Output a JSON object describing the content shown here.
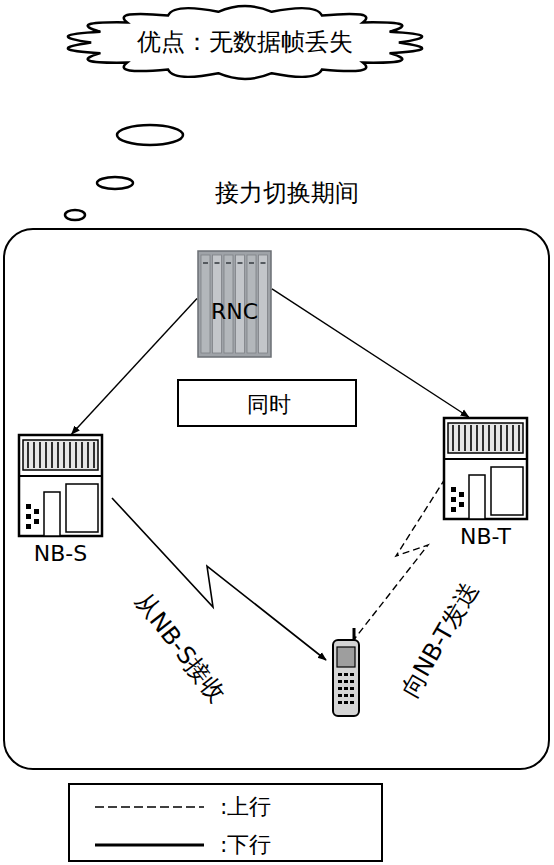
{
  "diagram": {
    "nodes": [
      {
        "text": [
          "优点：无数据帧丢失"
        ]
      },
      {
        "text": [
          "接力切换期间"
        ]
      },
      {
        "text": [
          "RNC"
        ],
        "in": 1
      },
      {
        "text": [
          "同时"
        ],
        "in": 1
      },
      {
        "text": [
          "NB-S"
        ],
        "in": 1
      },
      {
        "text": [
          "NB-T"
        ],
        "in": 1
      }
    ],
    "edges": [
      {
        "from": 2,
        "to": 4,
        "arrow": "to"
      },
      {
        "from": 2,
        "to": 5,
        "arrow": "to"
      }
    ],
    "labels": [
      "从NB-S接收",
      "向NB-T发送"
    ],
    "legend": [
      {
        "text": ":上行"
      },
      {
        "text": ":下行"
      }
    ]
  }
}
